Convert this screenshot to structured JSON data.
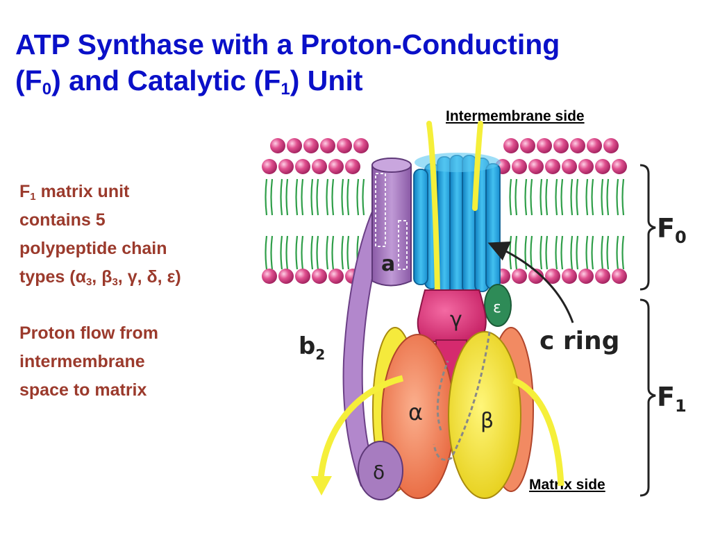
{
  "title": {
    "line1": "ATP Synthase with a Proton-Conducting",
    "line2_open": "(F",
    "line2_sub1": "0",
    "line2_mid": ") and Catalytic (F",
    "line2_sub2": "1",
    "line2_close": ") Unit"
  },
  "labels": {
    "intermembrane_side": "Intermembrane side",
    "matrix_side": "Matrix side"
  },
  "notes": {
    "p1_F": "F",
    "p1_sub": "1",
    "p1_line1_rest": " matrix unit",
    "p1_line2": "contains 5",
    "p1_line3": "polypeptide chain",
    "p1_line4_a": "types (α",
    "p1_line4_s1": "3",
    "p1_line4_b": ", β",
    "p1_line4_s2": "3",
    "p1_line4_c": ", γ, δ, ε)",
    "p2_line1": "Proton flow from",
    "p2_line2": "intermembrane",
    "p2_line3": "space to matrix"
  },
  "diagram": {
    "subunit_a": "a",
    "subunit_b2_letter": "b",
    "subunit_b2_sub": "2",
    "subunit_gamma": "γ",
    "subunit_epsilon": "ε",
    "subunit_alpha": "α",
    "subunit_beta": "β",
    "subunit_delta": "δ",
    "c_ring_label": "c ring",
    "bracket_F0_letter": "F",
    "bracket_F0_sub": "0",
    "bracket_F1_letter": "F",
    "bracket_F1_sub": "1"
  },
  "colors": {
    "title": "#0a10c8",
    "notes": "#9b3a2c",
    "lipid_head": "#e0508f",
    "lipid_tail": "#2e9e48",
    "c_ring": "#29a8e0",
    "subunit_a": "#a77cc0",
    "gamma": "#e4327a",
    "epsilon": "#2e8b57",
    "alpha": "#f28a62",
    "beta": "#f5ea3c",
    "proton_arrow": "#f5ef3a"
  }
}
